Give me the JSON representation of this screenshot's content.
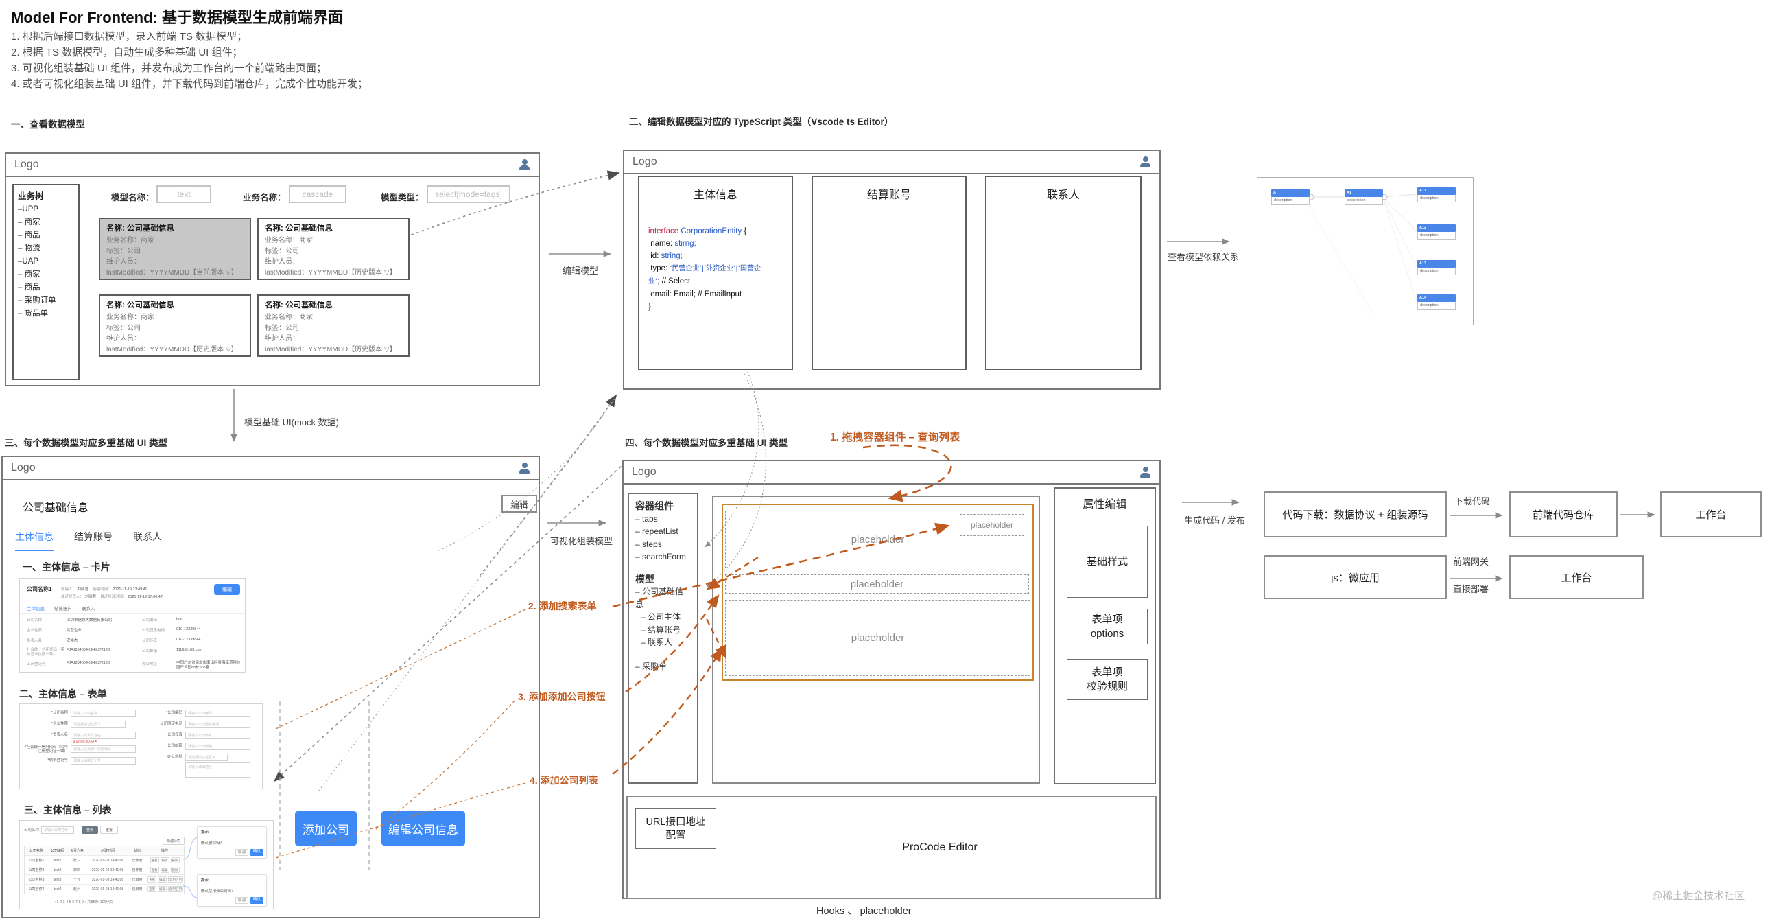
{
  "header": {
    "title": "Model For Frontend: 基于数据模型生成前端界面",
    "steps": [
      "1. 根据后端接口数据模型，录入前端 TS 数据模型；",
      "2. 根据 TS 数据模型，自动生成多种基础 UI 组件；",
      "3. 可视化组装基础 UI 组件，并发布成为工作台的一个前端路由页面；",
      "4. 或者可视化组装基础 UI 组件，并下载代码到前端仓库，完成个性功能开发；"
    ]
  },
  "arrows": {
    "edit_model": "编辑模型",
    "view_deps": "查看模型依赖关系",
    "mock": "模型基础 UI(mock 数据)",
    "assemble": "可视化组装模型",
    "generate": "生成代码 / 发布",
    "download": "下载代码",
    "gateway1": "前端网关",
    "gateway2": "直接部署"
  },
  "annotations": {
    "a1": "1. 拖拽容器组件 – 查询列表",
    "a2": "2. 添加搜索表单",
    "a3": "3. 添加添加公司按钮",
    "a4": "4. 添加公司列表"
  },
  "section1": {
    "label": "一、查看数据模型",
    "logo": "Logo",
    "sidebar": {
      "title": "业务树",
      "items": [
        "–UPP",
        "– 商家",
        "– 商品",
        "– 物流",
        "–UAP",
        "– 商家",
        "– 商品",
        "– 采购订单",
        "– 货品单"
      ]
    },
    "filters": [
      {
        "label": "模型名称：",
        "placeholder": "text"
      },
      {
        "label": "业务名称：",
        "placeholder": "cascade"
      },
      {
        "label": "模型类型：",
        "placeholder": "select[mode=tags]"
      }
    ],
    "cards": [
      {
        "title": "名称: 公司基础信息",
        "biz": "业务名称：商家",
        "tag": "标签：公司",
        "maint": "维护人员：",
        "modified": "lastModified：YYYYMMDD",
        "version": "【当前版本 ▽】"
      },
      {
        "title": "名称: 公司基础信息",
        "biz": "业务名称：商家",
        "tag": "标签：公司",
        "maint": "维护人员：",
        "modified": "lastModified：YYYYMMDD",
        "version": "【历史版本 ▽】"
      },
      {
        "title": "名称: 公司基础信息",
        "biz": "业务名称：商家",
        "tag": "标签：公司",
        "maint": "维护人员：",
        "modified": "lastModified：YYYYMMDD",
        "version": "【历史版本 ▽】"
      },
      {
        "title": "名称: 公司基础信息",
        "biz": "业务名称：商家",
        "tag": "标签：公司",
        "maint": "维护人员：",
        "modified": "lastModified：YYYYMMDD",
        "version": "【历史版本 ▽】"
      }
    ]
  },
  "section2": {
    "label": "二、编辑数据模型对应的 TypeScript 类型（Vscode ts Editor）",
    "logo": "Logo",
    "boxes": [
      "主体信息",
      "结算账号",
      "联系人"
    ],
    "code": {
      "kw": "interface",
      "entity": "CorporationEntity",
      "open": "{",
      "f1_n": "name:",
      "f1_t": "stirng;",
      "f2_n": "id:",
      "f2_t": "string;",
      "f3_n": "type:",
      "f3_t": "‘民营企业’|‘外资企业’|‘国营企",
      "f3_t2": "业’",
      "f3_c": "; // Select",
      "f4": "email: Email; // EmailInput",
      "close": "}"
    }
  },
  "dep_graph": {
    "nodes": [
      {
        "name": "A",
        "desc": "description"
      },
      {
        "name": "A1",
        "desc": "description"
      },
      {
        "name": "A11",
        "desc": "description"
      },
      {
        "name": "A12",
        "desc": "description"
      },
      {
        "name": "A13",
        "desc": "description"
      },
      {
        "name": "A14",
        "desc": "description"
      }
    ]
  },
  "section3": {
    "label": "三、每个数据模型对应多重基础 UI 类型",
    "logo": "Logo",
    "edit_btn": "编辑",
    "title": "公司基础信息",
    "tabs": [
      "主体信息",
      "结算账号",
      "联系人"
    ],
    "sub1": "一、主体信息 – 卡片",
    "sub2": "二、主体信息 – 表单",
    "sub3": "三、主体信息 – 列表",
    "btn_add": "添加公司",
    "btn_edit": "编辑公司信息",
    "card_shot": {
      "name": "公司名称1",
      "m1l": "创建人：",
      "m1v": "刘晓君",
      "m2l": "创建时间：",
      "m2v": "2021-11-19 13:49:49",
      "m3l": "最近修改人：",
      "m3v": "刘晓君",
      "m4l": "最近修改时间：",
      "m4v": "2021-11-19 17:06:47",
      "btn": "编辑",
      "tabs": [
        "主体信息",
        "结算账户",
        "联系人"
      ],
      "rows": [
        {
          "l1": "公司名称",
          "v1": "深圳市信息大数据有限公司",
          "l2": "公司编码",
          "v2": "test"
        },
        {
          "l1": "企业性质",
          "v1": "民营企业",
          "l2": "公司固定电话",
          "v2": "010-12339844"
        },
        {
          "l1": "负责人名",
          "v1": "安晓杰",
          "l2": "公司传真",
          "v2": "010-12339844"
        },
        {
          "l1": "社会统一信用代码（需与营业执照一致）",
          "v1": "FJAJ854854KJHKJ72123",
          "l2": "公司邮箱",
          "v2": "1119@163.com"
        },
        {
          "l1": "工商登记号",
          "v1": "FJAJ854854KJHKJ72123",
          "l2": "办公地址",
          "v2": "中国广东省深圳市南山区粤海街道科技园产业园88栋505室"
        }
      ]
    },
    "form_shot": {
      "rows": [
        {
          "l": "*公司名称",
          "ph": "请输入公司名称",
          "rl": "*公司编码",
          "rph": "请输入公司编码"
        },
        {
          "l": "*企业性质",
          "ph": "请选择企业性质 ▾",
          "rl": "公司固定电话",
          "rph": "请输入公司固定电话"
        },
        {
          "l": "*负责人名",
          "ph": "请输入负责人姓名",
          "hint": "* 请填写负责人姓名",
          "rl": "公司传真",
          "rph": "请输入公司传真"
        },
        {
          "l": "*社会统一信用代码（需与注册登记证一致）",
          "ph": "请输入社会统一信用代码",
          "rl": "公司邮箱",
          "rph": "请输入公司邮箱"
        },
        {
          "l": "*纳税登记号",
          "ph": "请输入纳税登记号",
          "rl": "办公地址",
          "rph": "请选择所在地区 ▾",
          "rph2": "请输入详细地址"
        }
      ]
    },
    "list_shot": {
      "search_label": "公司名称",
      "search_ph": "请输入公司名称",
      "btn_query": "查询",
      "btn_reset": "重置",
      "btn_new": "新建公司",
      "columns": [
        "公司名称",
        "公司编码",
        "负责人名",
        "创建时间",
        "状态",
        "操作"
      ],
      "rows": [
        {
          "c0": "公司名称1",
          "c1": "test1",
          "c2": "张三",
          "c3": "2020-01-08 14:41:08",
          "c4": "已作废",
          "a": [
            "查看",
            "编辑",
            "删除"
          ]
        },
        {
          "c0": "公司名称2",
          "c1": "test2",
          "c2": "李四",
          "c3": "2020-01-08 14:41:08",
          "c4": "已作废",
          "a": [
            "查看",
            "编辑",
            "删除"
          ]
        },
        {
          "c0": "公司名称3",
          "c1": "test3",
          "c2": "王五",
          "c3": "2020-01-08 14:41:08",
          "c4": "已启用",
          "a": [
            "查看",
            "编辑",
            "禁用启用"
          ]
        },
        {
          "c0": "公司名称4",
          "c1": "test4",
          "c2": "赵六",
          "c3": "2020-01-08 14:41:08",
          "c4": "已启用",
          "a": [
            "查看",
            "编辑",
            "禁用启用"
          ]
        }
      ],
      "pagination": "‹  1  2  3  4  5  6  7  8  9  ›    共85条   10条/页",
      "dialogs": [
        {
          "title": "提示",
          "body": "确认删除吗？",
          "cancel": "取消",
          "ok": "确认"
        },
        {
          "title": "提示",
          "body": "确认禁用该公司吗？",
          "cancel": "取消",
          "ok": "确认"
        }
      ]
    }
  },
  "section4": {
    "label": "四、每个数据模型对应多重基础 UI 类型",
    "logo": "Logo",
    "panel": {
      "container_title": "容器组件",
      "container_items": [
        "– tabs",
        "– repeatList",
        "– steps",
        "– searchForm"
      ],
      "model_title": "模型",
      "model_items": [
        "– 公司基础信息",
        "– 公司主体",
        "– 结算账号",
        "– 联系人",
        "– 采购单"
      ]
    },
    "canvas": {
      "ph1": "placeholder",
      "ph_small": "placeholder",
      "ph2": "placeholder",
      "ph3": "placeholder"
    },
    "props": {
      "title": "属性编辑",
      "b1": "基础样式",
      "b2_l1": "表单项",
      "b2_l2": "options",
      "b3_l1": "表单项",
      "b3_l2": "校验规则"
    },
    "bottom": {
      "url_l1": "URL接口地址",
      "url_l2": "配置",
      "editor": "ProCode Editor"
    }
  },
  "hooks_note": "Hooks 、 placeholder",
  "flow": {
    "box1": "代码下载：数据协议 + 组装源码",
    "box2": "前端代码仓库",
    "box3": "工作台",
    "box4": "js：微应用",
    "box5": "工作台"
  },
  "watermark": "@稀土掘金技术社区"
}
